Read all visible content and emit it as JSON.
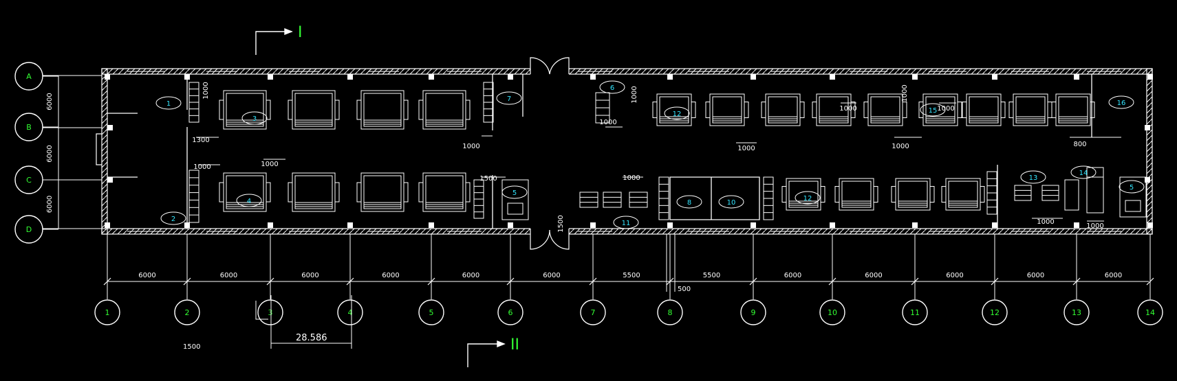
{
  "colors": {
    "background": "#000000",
    "lines": "#ffffff",
    "grid_bubble_text": "#33ff33",
    "section_mark": "#33ff33",
    "dimension_text": "#ffffff",
    "equipment_tag": "#33e6ff"
  },
  "section_marks": [
    "I",
    "II"
  ],
  "row_axes": [
    "A",
    "B",
    "C",
    "D"
  ],
  "row_spacings": [
    "6000",
    "6000",
    "6000"
  ],
  "column_axes": [
    "1",
    "2",
    "3",
    "4",
    "5",
    "6",
    "7",
    "8",
    "9",
    "10",
    "11",
    "12",
    "13",
    "14"
  ],
  "column_spacings": [
    "6000",
    "6000",
    "6000",
    "6000",
    "6000",
    "6000",
    "5500",
    "5500",
    "6000",
    "6000",
    "6000",
    "6000",
    "6000"
  ],
  "extra_dimensions": {
    "wall_gap": "500",
    "callout_dim": "28.586",
    "loose_note": "1500"
  },
  "local_dimensions": [
    "1000",
    "1300",
    "1000",
    "1000",
    "1000",
    "1500",
    "1000",
    "1000",
    "1000",
    "1000",
    "1500",
    "1000",
    "1000",
    "1000",
    "800",
    "1000",
    "1000",
    "1000"
  ],
  "equipment_tags": [
    "1",
    "2",
    "3",
    "4",
    "5",
    "5",
    "6",
    "7",
    "8",
    "10",
    "11",
    "12",
    "12",
    "13",
    "14",
    "15",
    "16"
  ]
}
